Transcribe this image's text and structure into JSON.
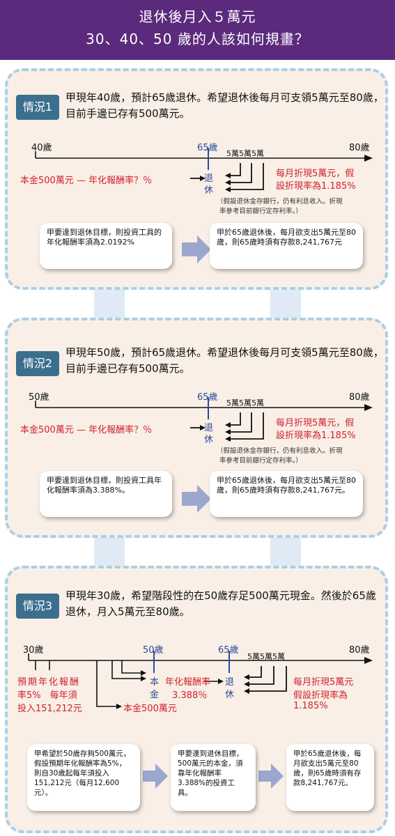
{
  "header": {
    "line1": "退休後月入５萬元",
    "line2": "30、40、50 歲的人該如何規畫？"
  },
  "s1": {
    "tag": "情況1",
    "desc": "甲現年40歲，預計65歲退休。希望退休後每月可支領5萬元至80歲，目前手邊已存有500萬元。",
    "age_start": "40歲",
    "age_retire": "65歲",
    "age_end": "80歲",
    "payments": "5萬5萬5萬",
    "principal": "本金500萬元 — 年化報酬率？％",
    "retire_v1": "退",
    "retire_v2": "休",
    "discount_1": "每月折現5萬元，假",
    "discount_2": "設折現率為1.185%",
    "footnote_1": "（假設退休金存銀行，仍有利息收入。折現",
    "footnote_2": "率參考目前銀行定存利率。）",
    "box_left": "甲要達到退休目標，則投資工具的年化報酬率須為2.0192%",
    "box_right": "甲於65歲退休後，每月欲支出5萬元至80歲，則65歲時須有存款8,241,767元"
  },
  "s2": {
    "tag": "情況2",
    "desc": "甲現年50歲，預計65歲退休。希望退休後每月可支領5萬元至80歲，目前手邊已存有500萬元。",
    "age_start": "50歲",
    "age_retire": "65歲",
    "age_end": "80歲",
    "payments": "5萬5萬5萬",
    "principal": "本金500萬元 — 年化報酬率？％",
    "retire_v1": "退",
    "retire_v2": "休",
    "discount_1": "每月折現5萬元，假",
    "discount_2": "設折現率為1.185%",
    "footnote_1": "（假設退休金存銀行，仍有利息收入。折現",
    "footnote_2": "率參考目前銀行定存利率。）",
    "box_left": "甲要達到退休目標，則投資工具年化報酬率須為3.388%。",
    "box_right": "甲於65歲退休後，每月欲支出5萬元至80歲，則65歲時須有存款8,241,767元。"
  },
  "s3": {
    "tag": "情況3",
    "desc": "甲現年30歲，希望階段性的在50歲存足500萬元現金。然後於65歲退休，月入5萬元至80歲。",
    "age_start": "30歲",
    "age_mid": "50歲",
    "age_retire": "65歲",
    "age_end": "80歲",
    "payments": "5萬5萬5萬",
    "invest_1": "預期年化報酬",
    "invest_2": "率5%　每年須",
    "invest_3": "投入151,212元",
    "principal": "本金500萬元",
    "mid_v1": "本",
    "mid_v2": "金",
    "rate_1": "年化報酬率",
    "rate_2": "3.388％",
    "retire_v1": "退",
    "retire_v2": "休",
    "discount_1": "每月折現5萬元",
    "discount_2": "假設折現率為",
    "discount_3": "1.185%",
    "box_1": "甲希望於50歲存夠500萬元，假設預期年化報酬率為5%，則自30歲起每年須投入151,212元（每月12,600元）。",
    "box_2": "甲要達到退休目標，500萬元的本金，須靠年化報酬率3.388%的投資工具。",
    "box_3": "甲於65歲退休後，每月欲支出5萬元至80歲，則65歲時須有存款8,241,767元。"
  }
}
